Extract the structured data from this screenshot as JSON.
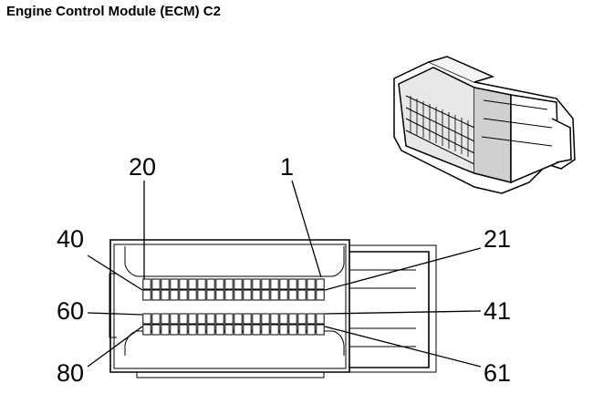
{
  "title": "Engine Control Module (ECM) C2",
  "pin_labels": {
    "row1_left": "20",
    "row1_right": "1",
    "row2_left": "40",
    "row2_right": "21",
    "row3_left": "60",
    "row3_right": "41",
    "row4_left": "80",
    "row4_right": "61"
  },
  "connector": {
    "rows": 4,
    "pins_per_row": 20
  },
  "icons": {
    "connector_view": "connector-3d-icon"
  }
}
